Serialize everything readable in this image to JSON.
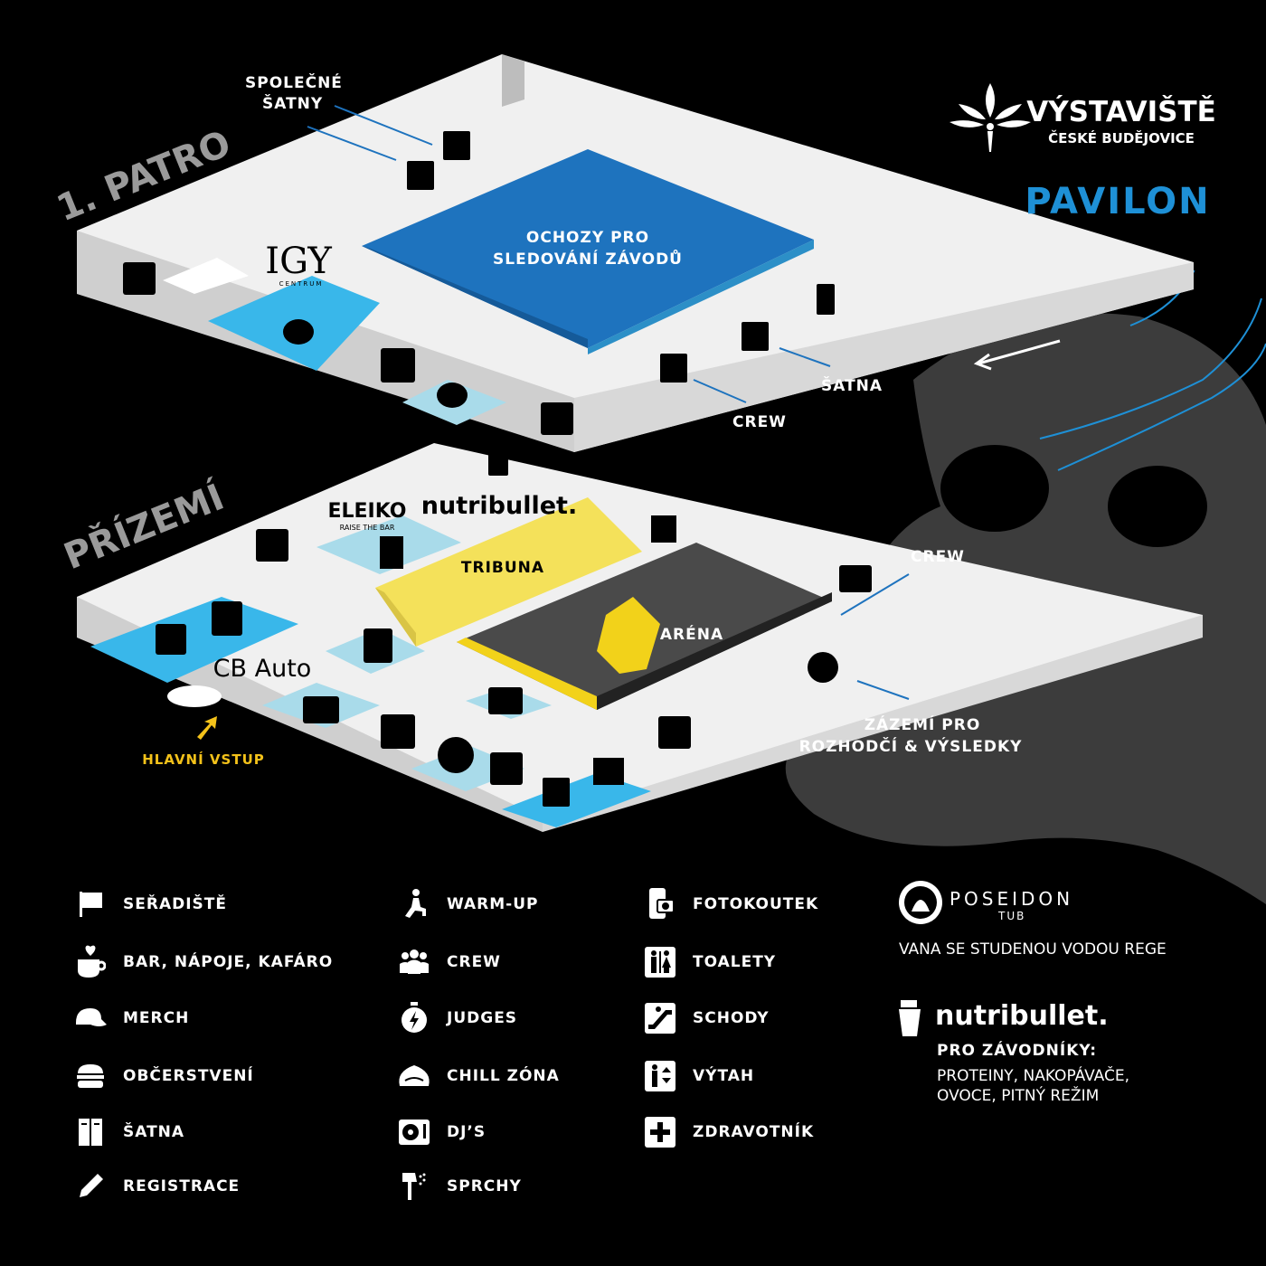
{
  "header": {
    "logo_name": "VÝSTAVIŠTĚ",
    "logo_city": "ČESKÉ BUDĚJOVICE",
    "pavilion": "PAVILON",
    "accent_color": "#1e90d6"
  },
  "floors": {
    "upper": "1. PATRO",
    "ground": "PŘÍZEMÍ"
  },
  "map_labels": {
    "spolecne_satny": [
      "SPOLEČNÉ",
      "ŠATNY"
    ],
    "ochozy": [
      "OCHOZY PRO",
      "SLEDOVÁNÍ ZÁVODŮ"
    ],
    "igy": "IGY",
    "igy_sub": "CENTRUM",
    "satna": "ŠATNA",
    "crew_upper": "CREW",
    "crew_ground": "CREW",
    "eleiko": "ELEIKO",
    "eleiko_sub": "RAISE THE BAR",
    "nutribullet": "nutribullet.",
    "tribuna": "TRIBUNA",
    "arena": "ARÉNA",
    "cbauto": "CB Auto",
    "hlavni_vstup": "HLAVNÍ VSTUP",
    "zazemi": [
      "ZÁZEMÍ PRO",
      "ROZHODČÍ & VÝSLEDKY"
    ]
  },
  "legend": {
    "col1": [
      {
        "icon": "flag-icon",
        "label": "SEŘADIŠTĚ"
      },
      {
        "icon": "coffee-heart-icon",
        "label": "BAR, NÁPOJE, KAFÁRO"
      },
      {
        "icon": "cap-icon",
        "label": "MERCH"
      },
      {
        "icon": "burger-icon",
        "label": "OBČERSTVENÍ"
      },
      {
        "icon": "locker-icon",
        "label": "ŠATNA"
      },
      {
        "icon": "pencil-icon",
        "label": "REGISTRACE"
      }
    ],
    "col2": [
      {
        "icon": "lunge-icon",
        "label": "WARM-UP"
      },
      {
        "icon": "crew-icon",
        "label": "CREW"
      },
      {
        "icon": "stopwatch-icon",
        "label": "JUDGES"
      },
      {
        "icon": "beanbag-icon",
        "label": "CHILL ZÓNA"
      },
      {
        "icon": "turntable-icon",
        "label": "DJ’S"
      },
      {
        "icon": "shower-icon",
        "label": "SPRCHY"
      }
    ],
    "col3": [
      {
        "icon": "photo-phone-icon",
        "label": "FOTOKOUTEK"
      },
      {
        "icon": "toilet-icon",
        "label": "TOALETY"
      },
      {
        "icon": "escalator-icon",
        "label": "SCHODY"
      },
      {
        "icon": "elevator-icon",
        "label": "VÝTAH"
      },
      {
        "icon": "first-aid-icon",
        "label": "ZDRAVOTNÍK"
      }
    ]
  },
  "sponsors": {
    "poseidon": "POSEIDON",
    "poseidon_sub": "TUB",
    "poseidon_desc": "VANA SE STUDENOU VODOU REGE",
    "nutribullet": "nutribullet.",
    "nutri_for": "PRO ZÁVODNÍKY:",
    "nutri_desc1": "PROTEINY, NAKOPÁVAČE,",
    "nutri_desc2": "OVOCE, PITNÝ REŽIM"
  },
  "colors": {
    "floor": "#e6e6e6",
    "wall": "#bdbdbd",
    "blue_zone": "#39b7ea",
    "light_zone": "#a9dbea",
    "arena": "#4a4a4a",
    "tribune": "#f4e15a",
    "hazard": "#f2d21a",
    "entrance": "#f4c21a"
  }
}
